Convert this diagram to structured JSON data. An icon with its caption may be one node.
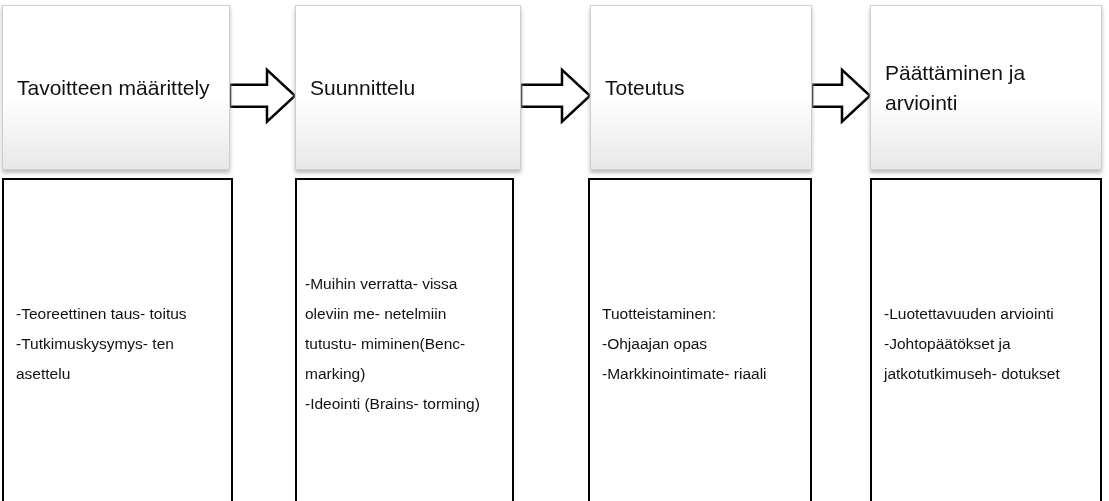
{
  "diagram": {
    "nodes": [
      {
        "text": [
          "Tavoitteen määrittely"
        ]
      },
      {
        "text": [
          "Suunnittelu"
        ]
      },
      {
        "text": [
          "Toteutus"
        ]
      },
      {
        "text": [
          "Päättäminen ja arviointi"
        ]
      },
      {
        "text": [
          "-Teoreettinen taus- toitus",
          "-Tutkimuskysymys- ten asettelu"
        ]
      },
      {
        "text": [
          "-Muihin verratta- vissa oleviin me- netelmiin tutustu- miminen(Benc- marking)",
          "-Ideointi (Brains- torming)"
        ]
      },
      {
        "text": [
          "Tuotteistaminen:",
          "-Ohjaajan opas",
          "-Markkinointimate- riaali"
        ]
      },
      {
        "text": [
          "-Luotettavuuden arviointi",
          "-Johtopäätökset ja jatkotutkimuseh- dotukset"
        ]
      }
    ],
    "edges": [
      {
        "from": 0,
        "to": 1,
        "arrow": "to"
      },
      {
        "from": 1,
        "to": 2,
        "arrow": "to"
      },
      {
        "from": 2,
        "to": 3,
        "arrow": "to"
      }
    ]
  }
}
